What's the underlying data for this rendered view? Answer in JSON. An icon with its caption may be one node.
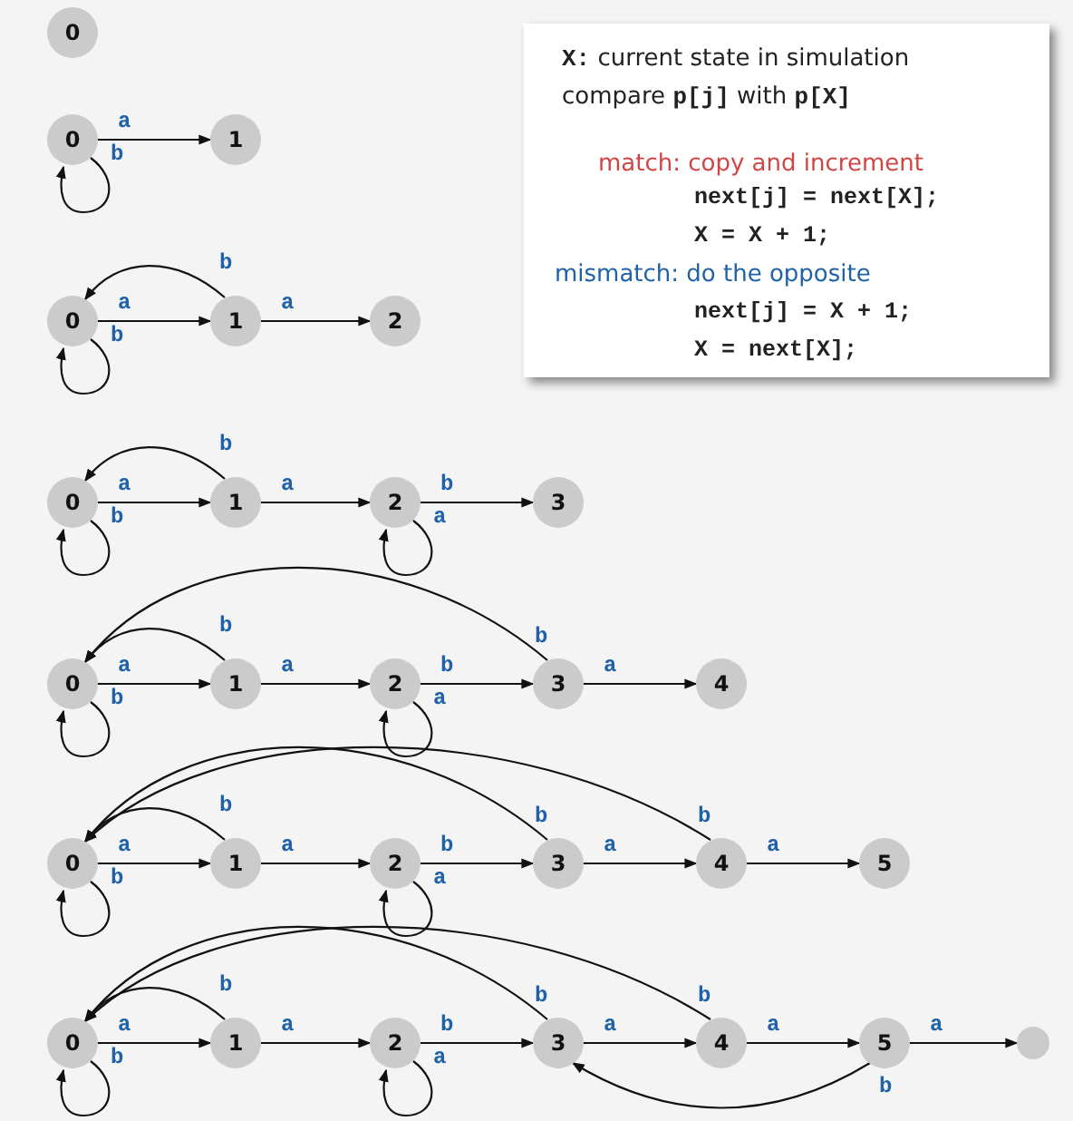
{
  "diagram": {
    "nodes": [
      {
        "text": [
          "0"
        ]
      },
      {
        "text": [
          "0"
        ]
      },
      {
        "text": [
          "1"
        ]
      },
      {
        "text": [
          "0"
        ]
      },
      {
        "text": [
          "1"
        ]
      },
      {
        "text": [
          "2"
        ]
      },
      {
        "text": [
          "0"
        ]
      },
      {
        "text": [
          "1"
        ]
      },
      {
        "text": [
          "2"
        ]
      },
      {
        "text": [
          "3"
        ]
      },
      {
        "text": [
          "0"
        ]
      },
      {
        "text": [
          "1"
        ]
      },
      {
        "text": [
          "2"
        ]
      },
      {
        "text": [
          "3"
        ]
      },
      {
        "text": [
          "4"
        ]
      },
      {
        "text": [
          "0"
        ]
      },
      {
        "text": [
          "1"
        ]
      },
      {
        "text": [
          "2"
        ]
      },
      {
        "text": [
          "3"
        ]
      },
      {
        "text": [
          "4"
        ]
      },
      {
        "text": [
          "5"
        ]
      },
      {
        "text": [
          "0"
        ]
      },
      {
        "text": [
          "1"
        ]
      },
      {
        "text": [
          "2"
        ]
      },
      {
        "text": [
          "3"
        ]
      },
      {
        "text": [
          "4"
        ]
      },
      {
        "text": [
          "5"
        ]
      },
      {
        "text": [],
        "shape": "circle"
      },
      {
        "text": [
          "**X:** current state in simulation",
          "compare **p[j]** with **p[X]**",
          "match: copy and increment",
          "next[j] = next[X];",
          "X = X + 1;",
          "mismatch: do the opposite",
          "next[j] = X + 1;",
          "X = next[X];"
        ]
      }
    ],
    "edges": [
      {
        "from": 1,
        "to": 2,
        "arrow": "to",
        "label": "a"
      },
      {
        "from": 1,
        "to": 1,
        "arrow": "to",
        "label": "b"
      },
      {
        "from": 3,
        "to": 4,
        "arrow": "to",
        "label": "a"
      },
      {
        "from": 4,
        "to": 5,
        "arrow": "to",
        "label": "a"
      },
      {
        "from": 3,
        "to": 3,
        "arrow": "to",
        "label": "b"
      },
      {
        "from": 4,
        "to": 3,
        "arrow": "to",
        "label": "b"
      },
      {
        "from": 6,
        "to": 7,
        "arrow": "to",
        "label": "a"
      },
      {
        "from": 7,
        "to": 8,
        "arrow": "to",
        "label": "a"
      },
      {
        "from": 8,
        "to": 9,
        "arrow": "to",
        "label": "b"
      },
      {
        "from": 6,
        "to": 6,
        "arrow": "to",
        "label": "b"
      },
      {
        "from": 7,
        "to": 6,
        "arrow": "to",
        "label": "b"
      },
      {
        "from": 8,
        "to": 8,
        "arrow": "to",
        "label": "a"
      },
      {
        "from": 10,
        "to": 11,
        "arrow": "to",
        "label": "a"
      },
      {
        "from": 11,
        "to": 12,
        "arrow": "to",
        "label": "a"
      },
      {
        "from": 12,
        "to": 13,
        "arrow": "to",
        "label": "b"
      },
      {
        "from": 13,
        "to": 14,
        "arrow": "to",
        "label": "a"
      },
      {
        "from": 10,
        "to": 10,
        "arrow": "to",
        "label": "b"
      },
      {
        "from": 11,
        "to": 10,
        "arrow": "to",
        "label": "b"
      },
      {
        "from": 12,
        "to": 12,
        "arrow": "to",
        "label": "a"
      },
      {
        "from": 13,
        "to": 10,
        "arrow": "to",
        "label": "b"
      },
      {
        "from": 15,
        "to": 16,
        "arrow": "to",
        "label": "a"
      },
      {
        "from": 16,
        "to": 17,
        "arrow": "to",
        "label": "a"
      },
      {
        "from": 17,
        "to": 18,
        "arrow": "to",
        "label": "b"
      },
      {
        "from": 18,
        "to": 19,
        "arrow": "to",
        "label": "a"
      },
      {
        "from": 19,
        "to": 20,
        "arrow": "to",
        "label": "a"
      },
      {
        "from": 15,
        "to": 15,
        "arrow": "to",
        "label": "b"
      },
      {
        "from": 16,
        "to": 15,
        "arrow": "to",
        "label": "b"
      },
      {
        "from": 17,
        "to": 17,
        "arrow": "to",
        "label": "a"
      },
      {
        "from": 18,
        "to": 15,
        "arrow": "to",
        "label": "b"
      },
      {
        "from": 19,
        "to": 15,
        "arrow": "to",
        "label": "b"
      },
      {
        "from": 21,
        "to": 22,
        "arrow": "to",
        "label": "a"
      },
      {
        "from": 22,
        "to": 23,
        "arrow": "to",
        "label": "a"
      },
      {
        "from": 23,
        "to": 24,
        "arrow": "to",
        "label": "b"
      },
      {
        "from": 24,
        "to": 25,
        "arrow": "to",
        "label": "a"
      },
      {
        "from": 25,
        "to": 26,
        "arrow": "to",
        "label": "a"
      },
      {
        "from": 26,
        "to": 27,
        "arrow": "to",
        "label": "a"
      },
      {
        "from": 21,
        "to": 21,
        "arrow": "to",
        "label": "b"
      },
      {
        "from": 22,
        "to": 21,
        "arrow": "to",
        "label": "b"
      },
      {
        "from": 23,
        "to": 23,
        "arrow": "to",
        "label": "a"
      },
      {
        "from": 24,
        "to": 21,
        "arrow": "to",
        "label": "b"
      },
      {
        "from": 25,
        "to": 21,
        "arrow": "to",
        "label": "b"
      },
      {
        "from": 26,
        "to": 24,
        "arrow": "to",
        "label": "b"
      }
    ]
  }
}
